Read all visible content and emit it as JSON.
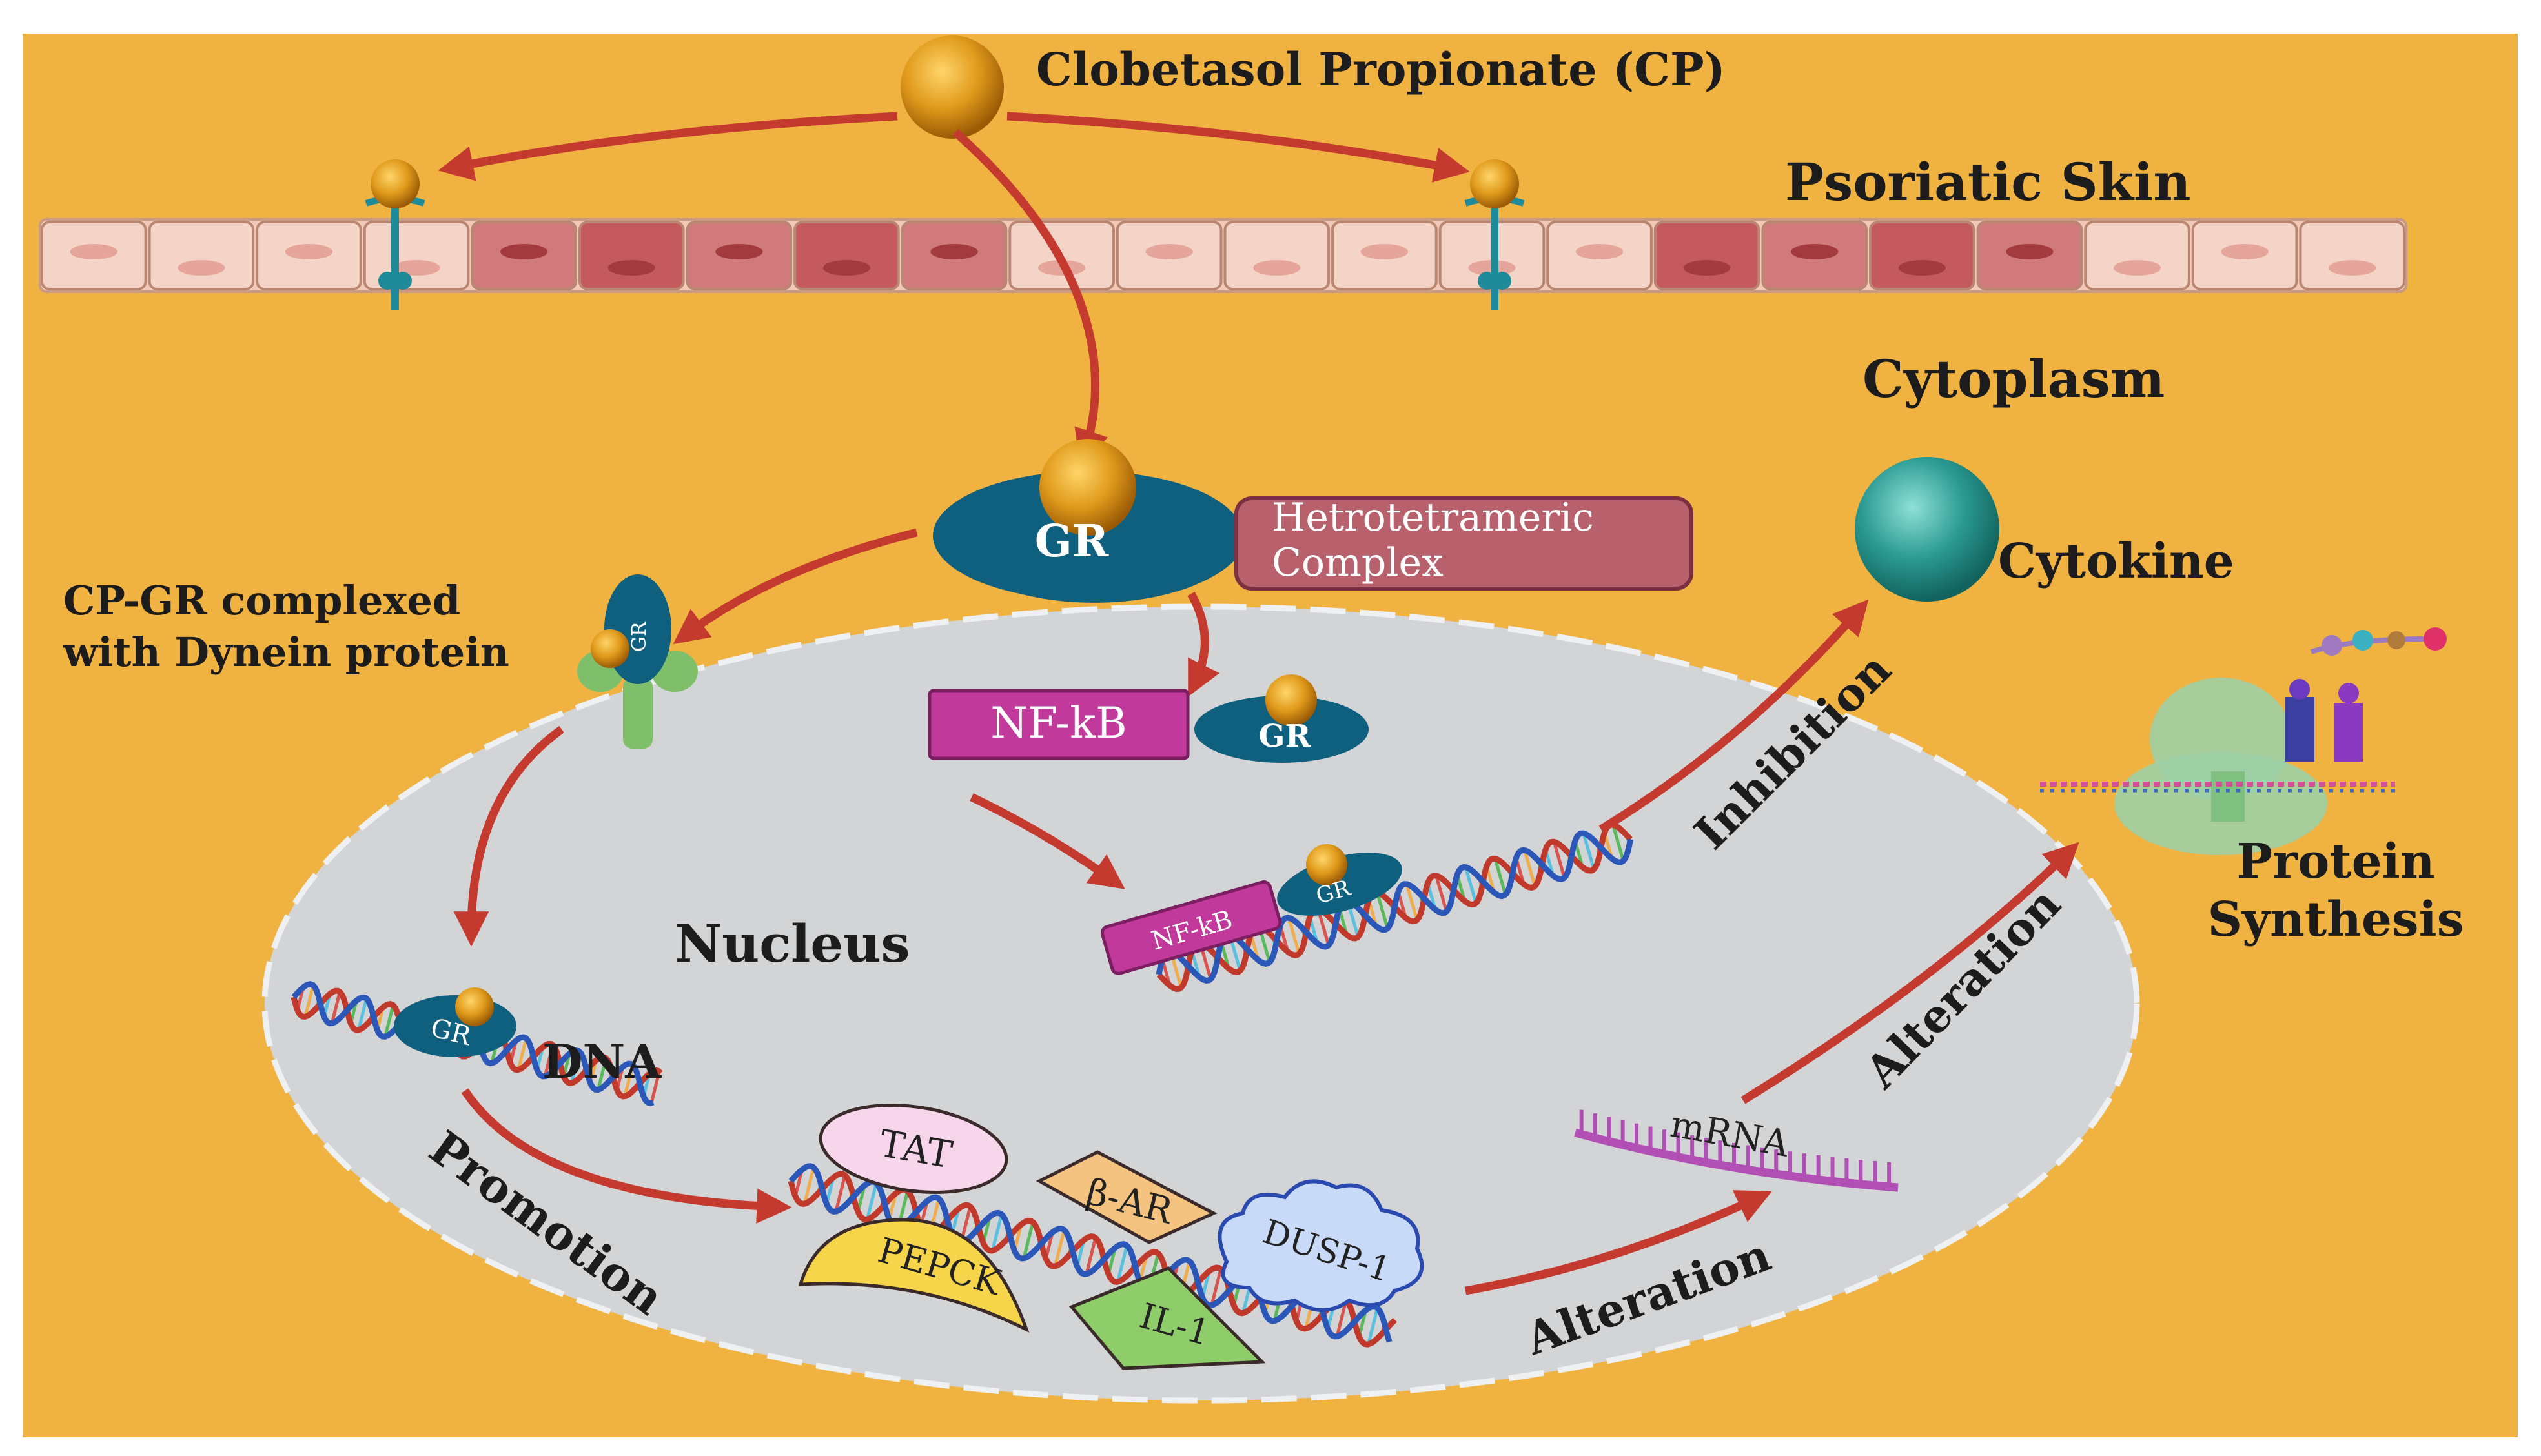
{
  "labels": {
    "drug": "Clobetasol Propionate (CP)",
    "skin": "Psoriatic Skin",
    "cytoplasm": "Cytoplasm",
    "gr": "GR",
    "hetero_line1": "Hetrotetrameric",
    "hetero_line2": "Complex",
    "cytokine": "Cytokine",
    "cpgr_line1": "CP-GR complexed",
    "cpgr_line2": "with Dynein protein",
    "nfkb": "NF-kB",
    "nucleus": "Nucleus",
    "dna": "DNA",
    "inhibition": "Inhibition",
    "protein_line1": "Protein",
    "protein_line2": "Synthesis",
    "alteration": "Alteration",
    "mrna": "mRNA",
    "promotion": "Promotion",
    "tat": "TAT",
    "bar": "β-AR",
    "pepck": "PEPCK",
    "dusp": "DUSP-1",
    "il1": "IL-1"
  },
  "colors": {
    "background": "#f0b342",
    "nucleus": "#d3d4d6",
    "gr": "#0f5f7e",
    "hetero_box": "#b8616d",
    "nfkb_box": "#c1399a",
    "arrow": "#c53a2f",
    "cp_ball": "#e09a1b",
    "cytokine": "#2a9a92"
  }
}
